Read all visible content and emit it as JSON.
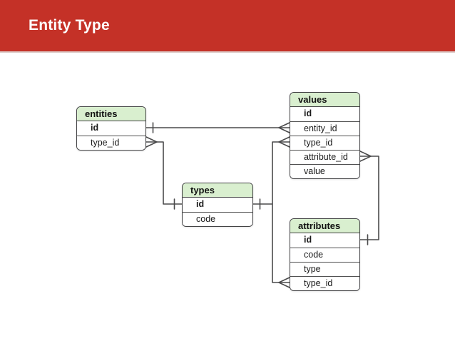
{
  "header": {
    "title": "Entity Type",
    "background_color": "#c43127",
    "text_color": "#ffffff"
  },
  "diagram": {
    "type": "entity-relationship",
    "colors": {
      "table_header_bg": "#d9efcf",
      "table_border": "#434345",
      "connector": "#4a4a4b"
    },
    "notation": {
      "one": "tick",
      "many": "crow-foot"
    },
    "tables": [
      {
        "name": "entities",
        "columns": [
          {
            "label": "id",
            "pk": true
          },
          {
            "label": "type_id",
            "pk": false
          }
        ]
      },
      {
        "name": "values",
        "columns": [
          {
            "label": "id",
            "pk": true
          },
          {
            "label": "entity_id",
            "pk": false
          },
          {
            "label": "type_id",
            "pk": false
          },
          {
            "label": "attribute_id",
            "pk": false
          },
          {
            "label": "value",
            "pk": false
          }
        ]
      },
      {
        "name": "types",
        "columns": [
          {
            "label": "id",
            "pk": true
          },
          {
            "label": "code",
            "pk": false
          }
        ]
      },
      {
        "name": "attributes",
        "columns": [
          {
            "label": "id",
            "pk": true
          },
          {
            "label": "code",
            "pk": false
          },
          {
            "label": "type",
            "pk": false
          },
          {
            "label": "type_id",
            "pk": false
          }
        ]
      }
    ],
    "relationships": [
      {
        "one_side": "entities.id",
        "many_side": "values.entity_id"
      },
      {
        "one_side": "types.id",
        "many_side": "entities.type_id"
      },
      {
        "one_side": "types.id",
        "many_side": "values.type_id"
      },
      {
        "one_side": "types.id",
        "many_side": "attributes.type_id"
      },
      {
        "one_side": "attributes.id",
        "many_side": "values.attribute_id"
      }
    ]
  }
}
